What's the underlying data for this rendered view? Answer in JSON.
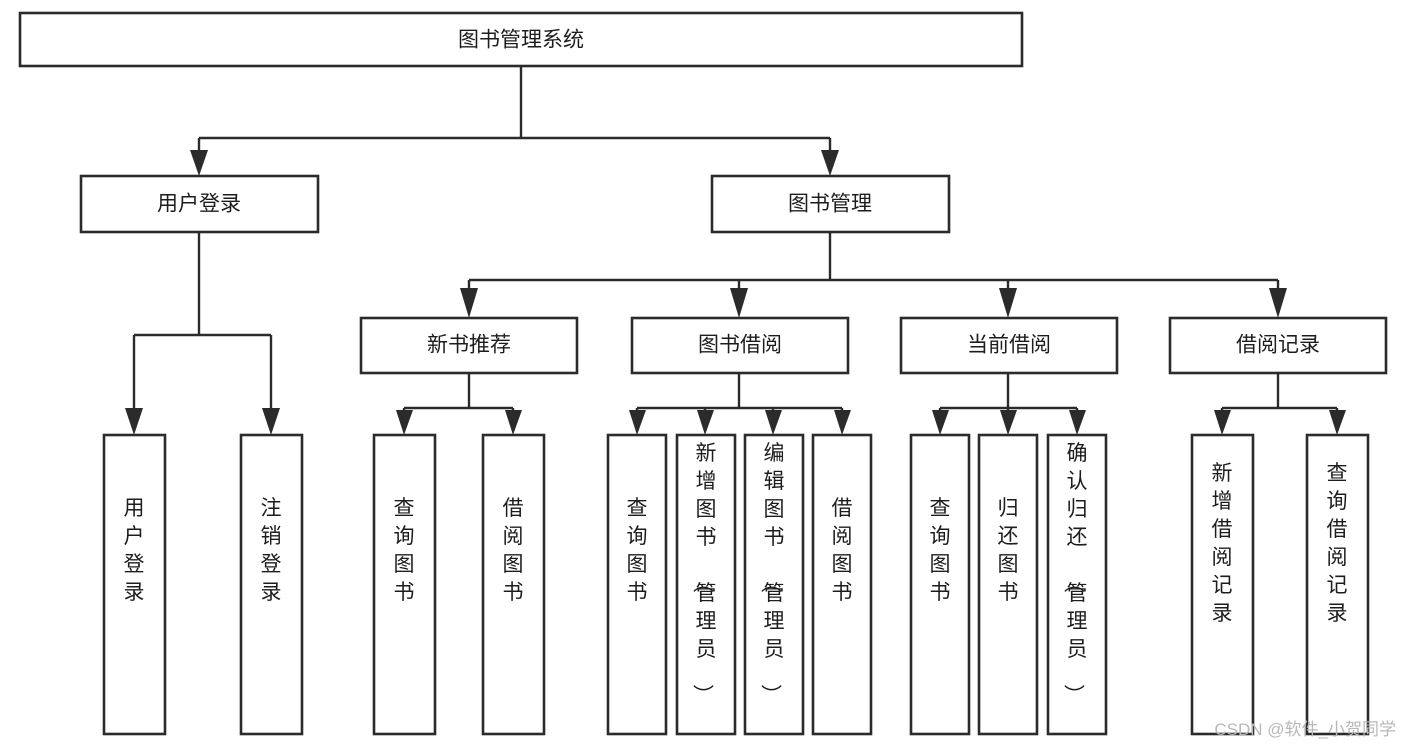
{
  "diagram": {
    "type": "tree",
    "title": "图书管理系统",
    "watermark": "CSDN @软件_小贺同学",
    "colors": {
      "background": "#ffffff",
      "stroke": "#2b2b2b",
      "text": "#1d1d1d",
      "watermark": "#b8b8b8"
    },
    "levels": {
      "root": {
        "label": "图书管理系统"
      },
      "level2": [
        {
          "id": "user-login",
          "label": "用户登录"
        },
        {
          "id": "book-management",
          "label": "图书管理"
        }
      ],
      "level3": [
        {
          "id": "new-book-recommend",
          "label": "新书推荐",
          "parent": "book-management"
        },
        {
          "id": "book-borrow",
          "label": "图书借阅",
          "parent": "book-management"
        },
        {
          "id": "current-borrow",
          "label": "当前借阅",
          "parent": "book-management"
        },
        {
          "id": "borrow-record",
          "label": "借阅记录",
          "parent": "book-management"
        }
      ],
      "leaves": [
        {
          "id": "leaf-user-login",
          "label": "用户登录",
          "parent": "user-login"
        },
        {
          "id": "leaf-logout-login",
          "label": "注销登录",
          "parent": "user-login"
        },
        {
          "id": "leaf-query-book-1",
          "label": "查询图书",
          "parent": "new-book-recommend"
        },
        {
          "id": "leaf-borrow-book-1",
          "label": "借阅图书",
          "parent": "new-book-recommend"
        },
        {
          "id": "leaf-query-book-2",
          "label": "查询图书",
          "parent": "book-borrow"
        },
        {
          "id": "leaf-add-book",
          "label": "新增图书（管理员）",
          "parent": "book-borrow"
        },
        {
          "id": "leaf-edit-book",
          "label": "编辑图书（管理员）",
          "parent": "book-borrow"
        },
        {
          "id": "leaf-borrow-book-2",
          "label": "借阅图书",
          "parent": "book-borrow"
        },
        {
          "id": "leaf-query-book-3",
          "label": "查询图书",
          "parent": "current-borrow"
        },
        {
          "id": "leaf-return-book",
          "label": "归还图书",
          "parent": "current-borrow"
        },
        {
          "id": "leaf-confirm-return",
          "label": "确认归还（管理员）",
          "parent": "current-borrow"
        },
        {
          "id": "leaf-add-record",
          "label": "新增借阅记录",
          "parent": "borrow-record"
        },
        {
          "id": "leaf-query-record",
          "label": "查询借阅记录",
          "parent": "borrow-record"
        }
      ]
    }
  }
}
